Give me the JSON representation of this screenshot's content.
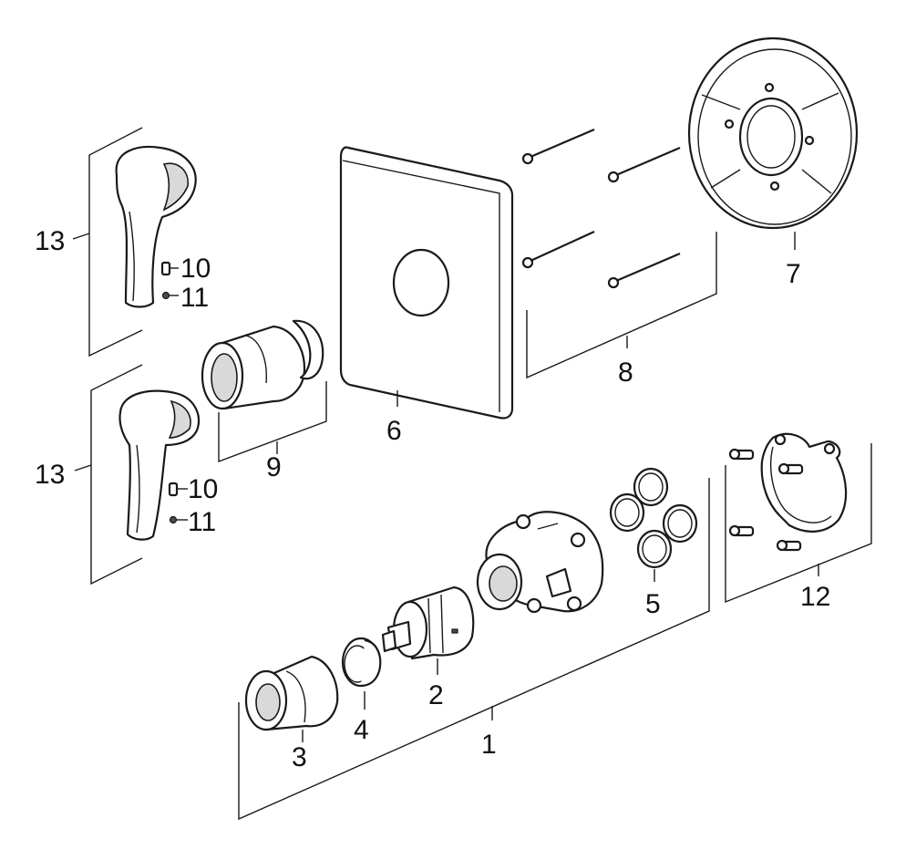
{
  "labels": {
    "p1": "1",
    "p2": "2",
    "p3": "3",
    "p4": "4",
    "p5": "5",
    "p6": "6",
    "p7": "7",
    "p8": "8",
    "p9": "9",
    "p10a": "10",
    "p11a": "11",
    "p10b": "10",
    "p11b": "11",
    "p12": "12",
    "p13a": "13",
    "p13b": "13"
  },
  "colors": {
    "line": "#1a1a1a",
    "fill": "#ffffff",
    "shade": "#d9d9d9"
  },
  "icons": [
    "lever-handle",
    "cover-plate",
    "mounting-ring",
    "screw",
    "sleeve",
    "cartridge",
    "valve-body",
    "o-ring",
    "retaining-clip"
  ]
}
